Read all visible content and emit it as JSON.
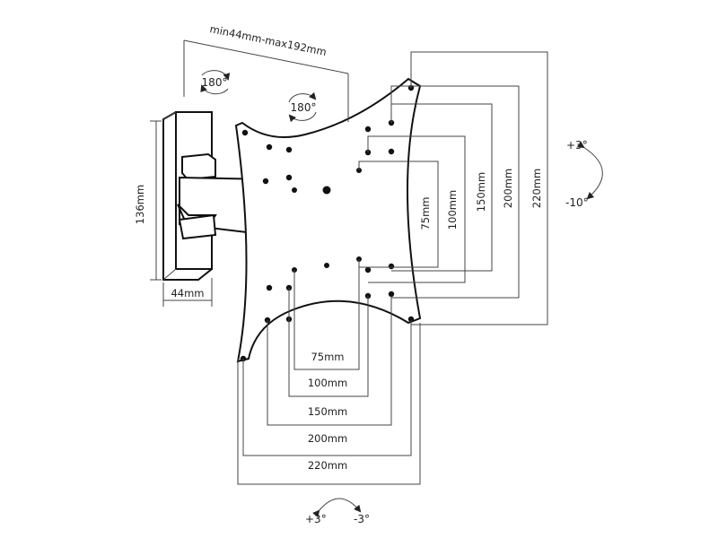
{
  "arm": {
    "extension_label": "min44mm-max192mm",
    "swivel_left_label": "180°",
    "swivel_right_label": "180°",
    "wall_plate_height_label": "136mm",
    "wall_plate_width_label": "44mm"
  },
  "vesa": {
    "horizontal_labels": [
      "75mm",
      "100mm",
      "150mm",
      "200mm",
      "220mm"
    ],
    "vertical_labels": [
      "75mm",
      "100mm",
      "150mm",
      "200mm",
      "220mm"
    ]
  },
  "tilt": {
    "up_label": "+3°",
    "down_label": "-10°"
  },
  "rotation": {
    "left_label": "+3°",
    "right_label": "-3°"
  }
}
